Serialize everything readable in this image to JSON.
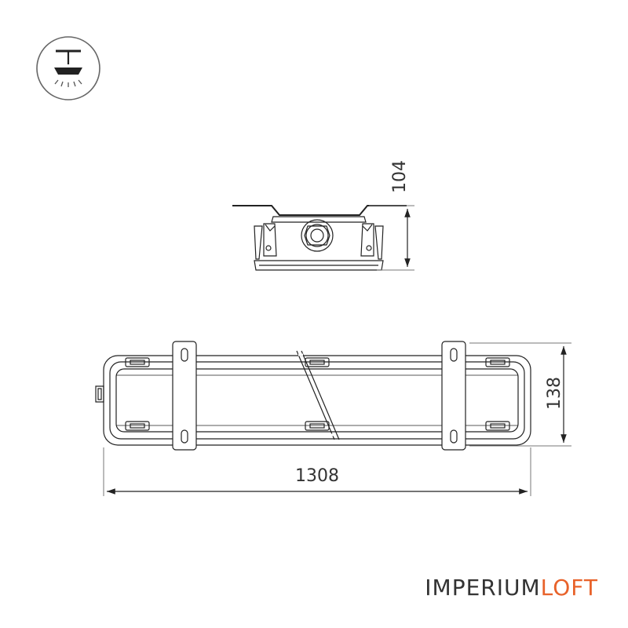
{
  "dimensions": {
    "height_side_view": "104",
    "length": "1308",
    "width_top_view": "138"
  },
  "brand": {
    "name_main": "IMPERIUM",
    "name_accent": "LOFT",
    "accent_color": "#e8622a",
    "text_color": "#333333"
  },
  "icons": {
    "mount_type": "ceiling-mount-icon"
  }
}
